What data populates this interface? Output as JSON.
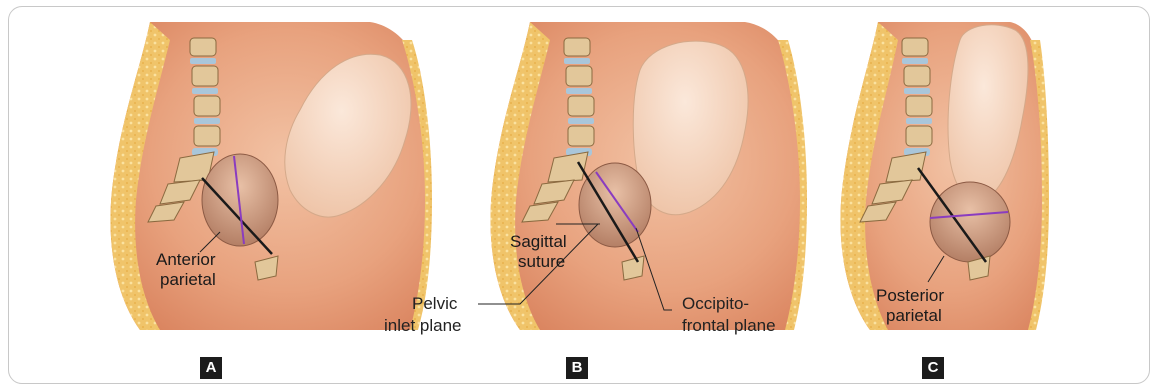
{
  "panels": [
    {
      "letter": "A",
      "labels": [
        "Anterior",
        "parietal"
      ]
    },
    {
      "letter": "B",
      "labels": [
        "Sagittal",
        "suture",
        "Pelvic",
        "inlet plane",
        "Occipito-",
        "frontal plane"
      ]
    },
    {
      "letter": "C",
      "labels": [
        "Posterior",
        "parietal"
      ]
    }
  ],
  "colors": {
    "body": "#e8a27e",
    "fat": "#f0c46a",
    "bone": "#e2c79a",
    "disc": "#a9c6da",
    "fetus": "#f6dcc8",
    "head": "#c99a82",
    "plane_line": "#1a1a1a",
    "diameter_line": "#8a3cc0"
  }
}
